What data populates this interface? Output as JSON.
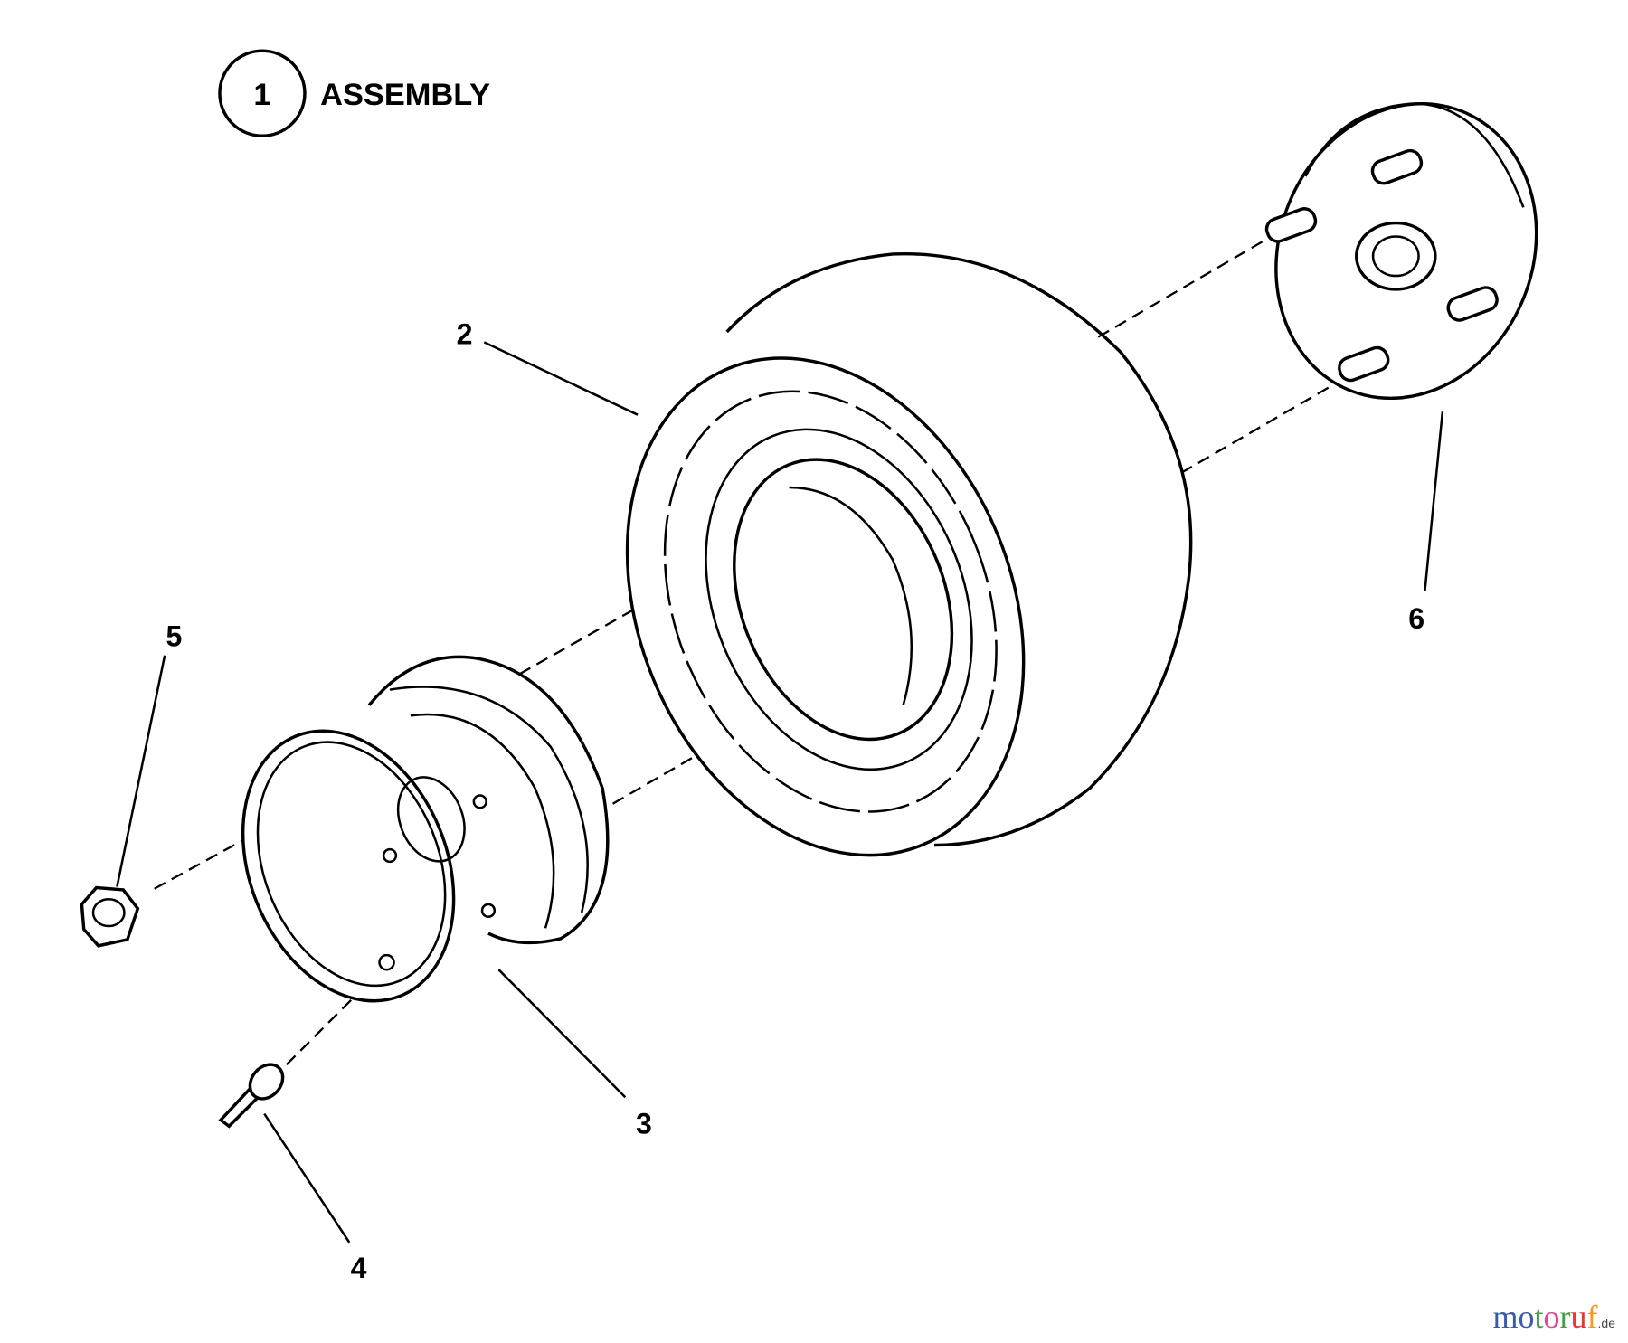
{
  "title": {
    "number": "1",
    "label": "ASSEMBLY"
  },
  "callouts": [
    {
      "id": "tire",
      "number": "2"
    },
    {
      "id": "rim",
      "number": "3"
    },
    {
      "id": "valve-stem",
      "number": "4"
    },
    {
      "id": "lug-nut",
      "number": "5"
    },
    {
      "id": "hub",
      "number": "6"
    }
  ],
  "watermark": {
    "text": "motoruf",
    "suffix": ".de",
    "colors": [
      "#3b5aa8",
      "#3b5aa8",
      "#43a047",
      "#e0458f",
      "#43a047",
      "#e53935",
      "#f29c1f"
    ]
  }
}
